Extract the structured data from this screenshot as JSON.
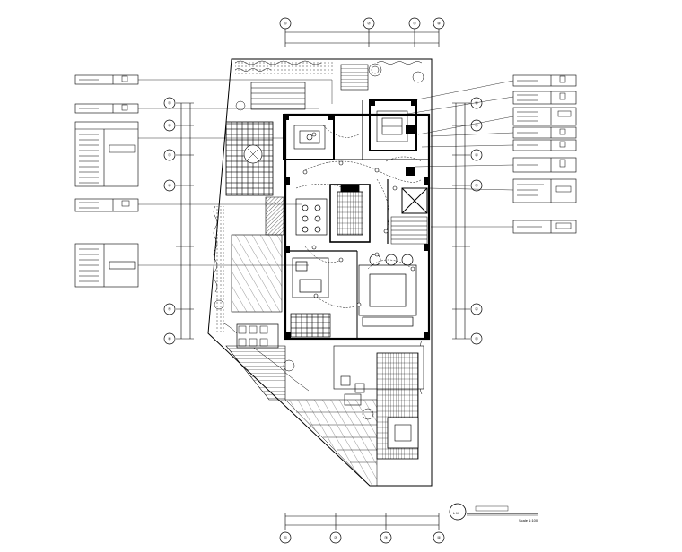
{
  "drawing": {
    "scale": "Scale 1:100"
  },
  "grid_tags": {
    "top": [
      "①",
      "②",
      "③",
      "④"
    ],
    "bottom": [
      "①",
      "②",
      "③",
      "④"
    ],
    "left": [
      "①",
      "②",
      "③",
      "④",
      "⑤",
      "⑥"
    ],
    "right": [
      "⑥",
      "⑤",
      "④",
      "③",
      "②",
      "①"
    ]
  },
  "colors": {
    "line": "#000000",
    "paper": "#ffffff"
  }
}
